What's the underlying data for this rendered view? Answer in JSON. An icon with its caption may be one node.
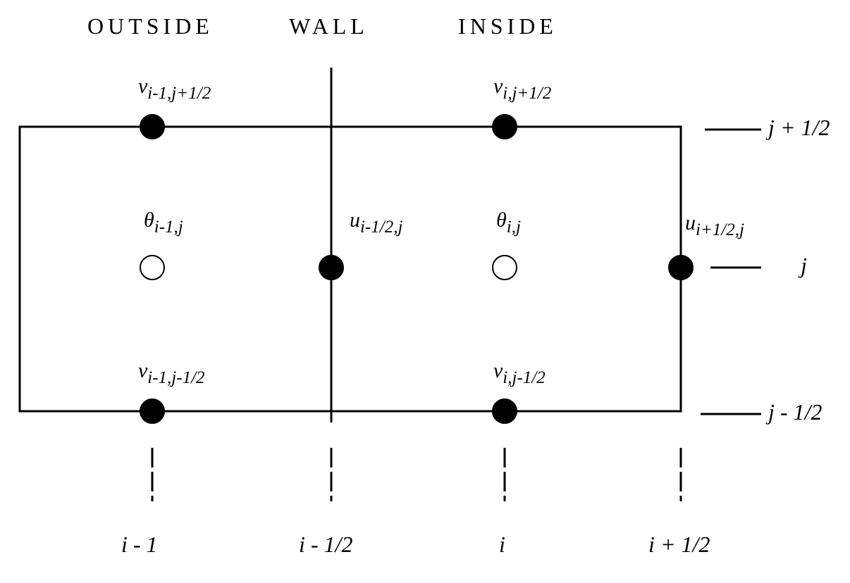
{
  "diagram": {
    "nodes": [
      {
        "text": [],
        "shape": "circle",
        "beside": [
          "v$_{i-1,j+1/2}$"
        ]
      },
      {
        "text": [],
        "shape": "circle",
        "beside": [
          "v$_{i,j+1/2}$"
        ]
      },
      {
        "text": [],
        "shape": "circle",
        "beside": [
          "θ$_{i-1,j}$"
        ]
      },
      {
        "text": [],
        "shape": "circle",
        "beside": [
          "u$_{i-1/2,j}$"
        ]
      },
      {
        "text": [],
        "shape": "circle",
        "beside": [
          "θ$_{i,j}$"
        ]
      },
      {
        "text": [],
        "shape": "circle",
        "beside": [
          "u$_{i+1/2,j}$"
        ]
      },
      {
        "text": [],
        "shape": "circle",
        "beside": [
          "v$_{i-1,j-1/2}$"
        ]
      },
      {
        "text": [],
        "shape": "circle",
        "beside": [
          "v$_{i,j-1/2}$"
        ]
      }
    ],
    "labels": [
      "OUTSIDE",
      "WALL",
      "INSIDE",
      "j + 1/2",
      "j",
      "j - 1/2",
      "i - 1",
      "i - 1/2",
      "i",
      "i + 1/2"
    ]
  }
}
